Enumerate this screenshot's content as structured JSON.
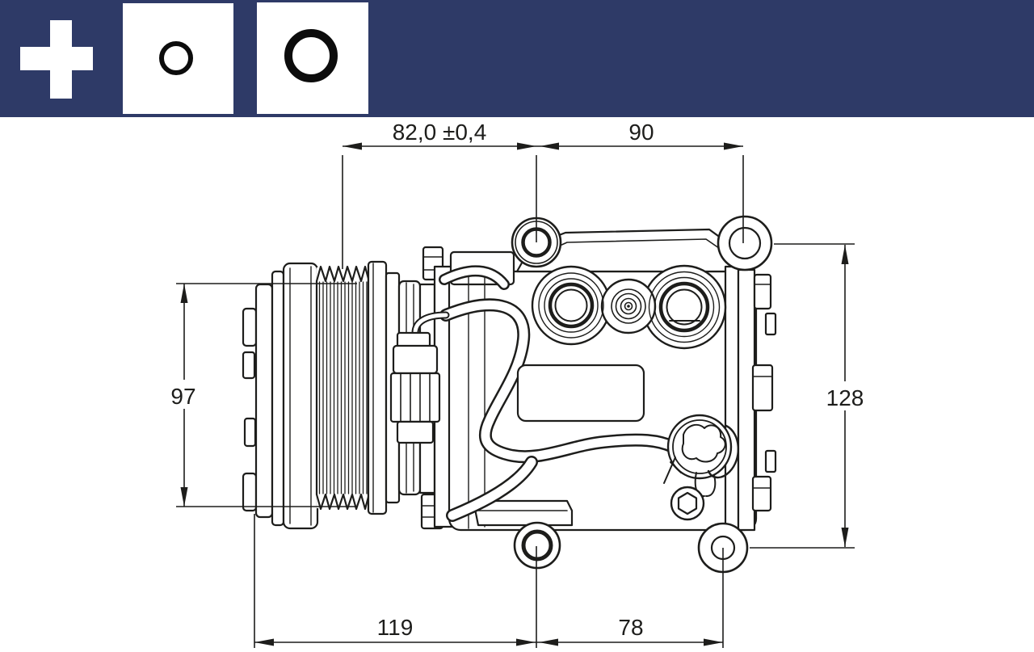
{
  "banner": {
    "background_color": "#2e3a67",
    "icons": [
      {
        "name": "plus-icon",
        "meaning": "add / new clutch symbol"
      },
      {
        "name": "small-pulley-circle-icon",
        "meaning": "small circle symbol"
      },
      {
        "name": "large-pulley-circle-icon",
        "meaning": "large circle symbol"
      }
    ]
  },
  "drawing": {
    "subject": "A/C compressor with belt pulley clutch, side technical view",
    "line_color": "#1d1d1b",
    "dimensions": {
      "width_front": "82,0 ±0,4",
      "width_rear": "90",
      "clutch_diameter": "97",
      "mount_hole_height": "128",
      "bottom_front_length": "119",
      "bottom_rear_length": "78"
    }
  }
}
